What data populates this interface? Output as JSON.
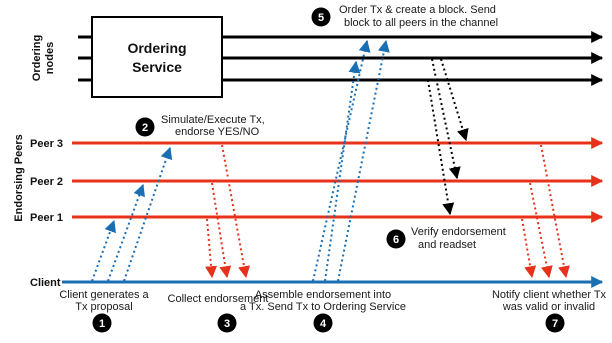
{
  "ordering_service": {
    "label_line1": "Ordering",
    "label_line2": "Service"
  },
  "groups": {
    "ordering_nodes_line1": "Ordering",
    "ordering_nodes_line2": "nodes",
    "endorsing_peers": "Endorsing Peers"
  },
  "lanes": {
    "peer3": "Peer 3",
    "peer2": "Peer 2",
    "peer1": "Peer 1",
    "client": "Client"
  },
  "steps": [
    {
      "num": "1",
      "line1": "Client generates a",
      "line2": "Tx proposal"
    },
    {
      "num": "2",
      "line1": "Simulate/Execute Tx,",
      "line2": "endorse YES/NO"
    },
    {
      "num": "3",
      "line1": "Collect endorsement",
      "line2": ""
    },
    {
      "num": "4",
      "line1": "Assemble endorsement into",
      "line2": "a Tx. Send Tx to Ordering Service"
    },
    {
      "num": "5",
      "line1": "Order Tx & create a block. Send",
      "line2": "block to all peers in the channel"
    },
    {
      "num": "6",
      "line1": "Verify endorsement",
      "line2": "and readset"
    },
    {
      "num": "7",
      "line1": "Notify client whether Tx",
      "line2": "was valid or invalid"
    }
  ],
  "colors": {
    "ordering_line": "#000000",
    "peer_line": "#e8311a",
    "client_line": "#1a6fb3",
    "step_circle": "#000000"
  }
}
